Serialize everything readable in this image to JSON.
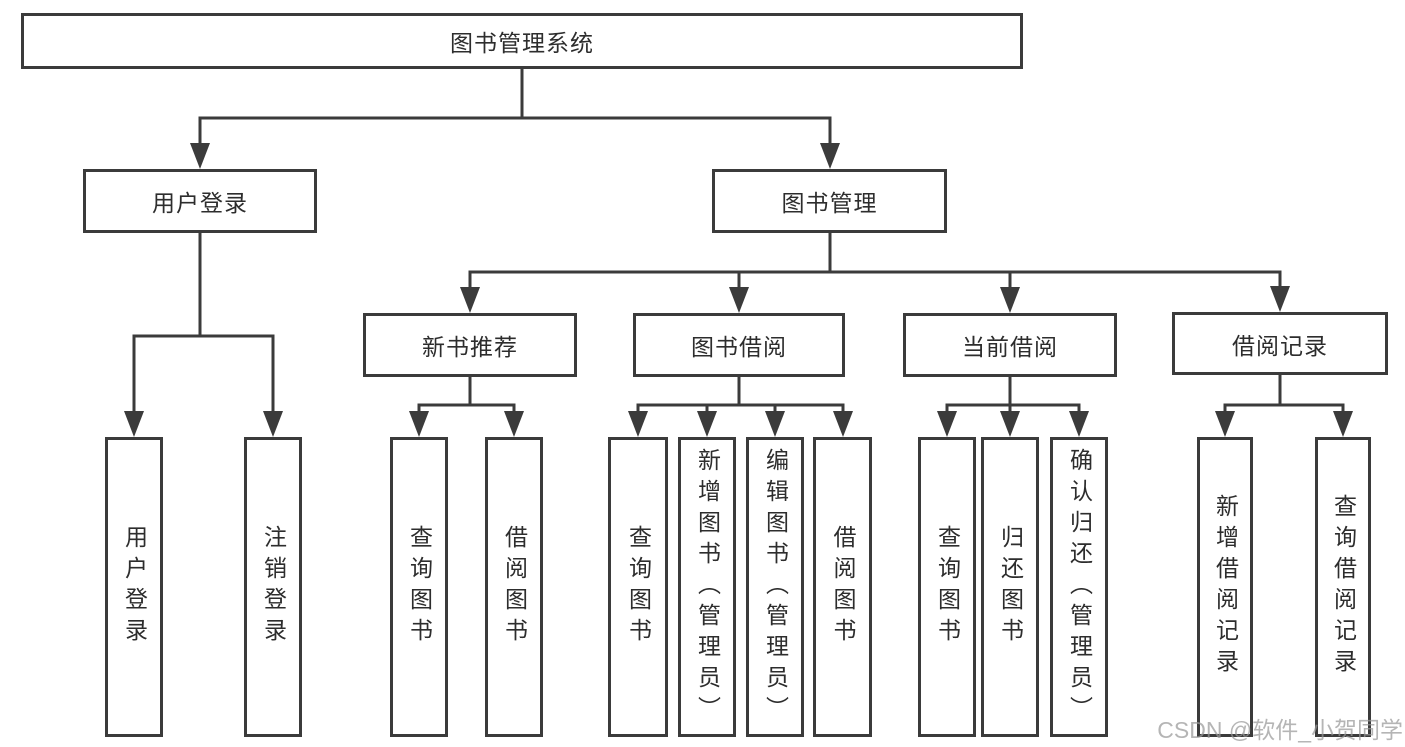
{
  "colors": {
    "background": "#ffffff",
    "line": "#3b3b3b",
    "text": "#2d2d2d",
    "watermark": "#999999"
  },
  "watermark": {
    "text": "CSDN @软件_小贺同学"
  },
  "tree": {
    "label": "图书管理系统",
    "children": [
      {
        "label": "用户登录",
        "children": [
          {
            "label": "用户登录"
          },
          {
            "label": "注销登录"
          }
        ]
      },
      {
        "label": "图书管理",
        "children": [
          {
            "label": "新书推荐",
            "children": [
              {
                "label": "查询图书"
              },
              {
                "label": "借阅图书"
              }
            ]
          },
          {
            "label": "图书借阅",
            "children": [
              {
                "label": "查询图书"
              },
              {
                "label": "新增图书（管理员）"
              },
              {
                "label": "编辑图书（管理员）"
              },
              {
                "label": "借阅图书"
              }
            ]
          },
          {
            "label": "当前借阅",
            "children": [
              {
                "label": "查询图书"
              },
              {
                "label": "归还图书"
              },
              {
                "label": "确认归还（管理员）"
              }
            ]
          },
          {
            "label": "借阅记录",
            "children": [
              {
                "label": "新增借阅记录"
              },
              {
                "label": "查询借阅记录"
              }
            ]
          }
        ]
      }
    ]
  }
}
